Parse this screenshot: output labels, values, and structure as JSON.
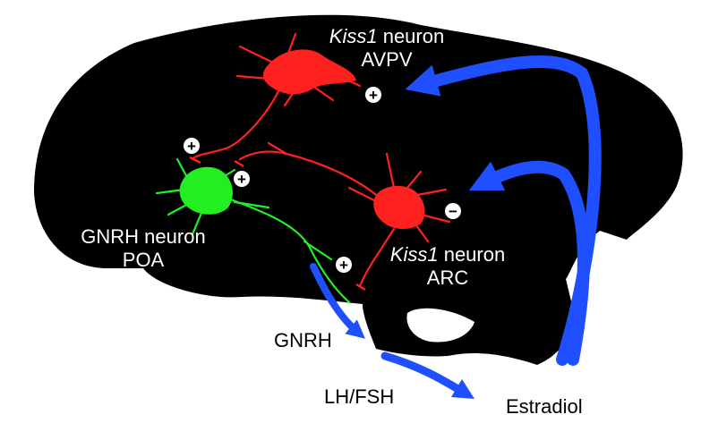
{
  "colors": {
    "background": "#ffffff",
    "brain": "#000000",
    "kiss1_neuron": "#ff2020",
    "gnrh_neuron": "#22ee22",
    "feedback_arrow": "#1f4fff",
    "sign_fill": "#ffffff",
    "sign_text": "#000000",
    "label_on_brain": "#ffffff",
    "label_off_brain": "#000000"
  },
  "labels": {
    "kiss1_avpv": {
      "gene": "Kiss1",
      "suffix": "neuron",
      "region": "AVPV"
    },
    "kiss1_arc": {
      "gene": "Kiss1",
      "suffix": "neuron",
      "region": "ARC"
    },
    "gnrh": {
      "line1": "GNRH neuron",
      "line2": "POA"
    },
    "gnrh_release": "GNRH",
    "lh_fsh": "LH/FSH",
    "estradiol": "Estradiol"
  },
  "signs": {
    "avpv_to_gnrh": "+",
    "avpv_input": "+",
    "arc_to_gnrh": "+",
    "arc_input": "−",
    "gnrh_terminal": "+"
  }
}
